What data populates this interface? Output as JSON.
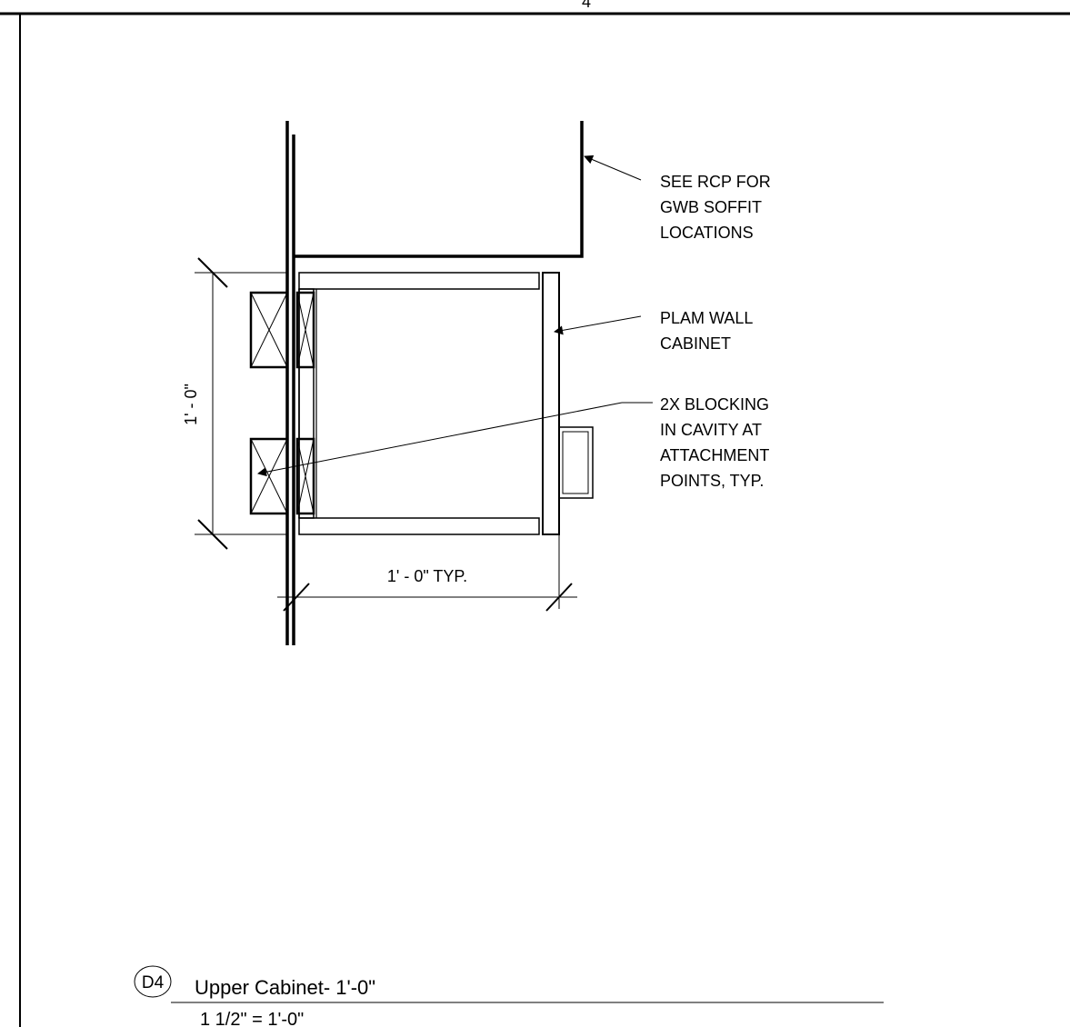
{
  "sheet": {
    "top_mark": "4"
  },
  "callouts": {
    "soffit": [
      "SEE RCP FOR",
      "GWB SOFFIT",
      "LOCATIONS"
    ],
    "cabinet": [
      "PLAM WALL",
      "CABINET"
    ],
    "blocking": [
      "2X BLOCKING",
      "IN CAVITY AT",
      "ATTACHMENT",
      "POINTS, TYP."
    ]
  },
  "dimensions": {
    "vertical": "1' - 0\"",
    "horizontal": "1' - 0\" TYP."
  },
  "title_block": {
    "detail_tag": "D4",
    "title": "Upper Cabinet- 1'-0\"",
    "scale": "1 1/2\" = 1'-0\""
  }
}
